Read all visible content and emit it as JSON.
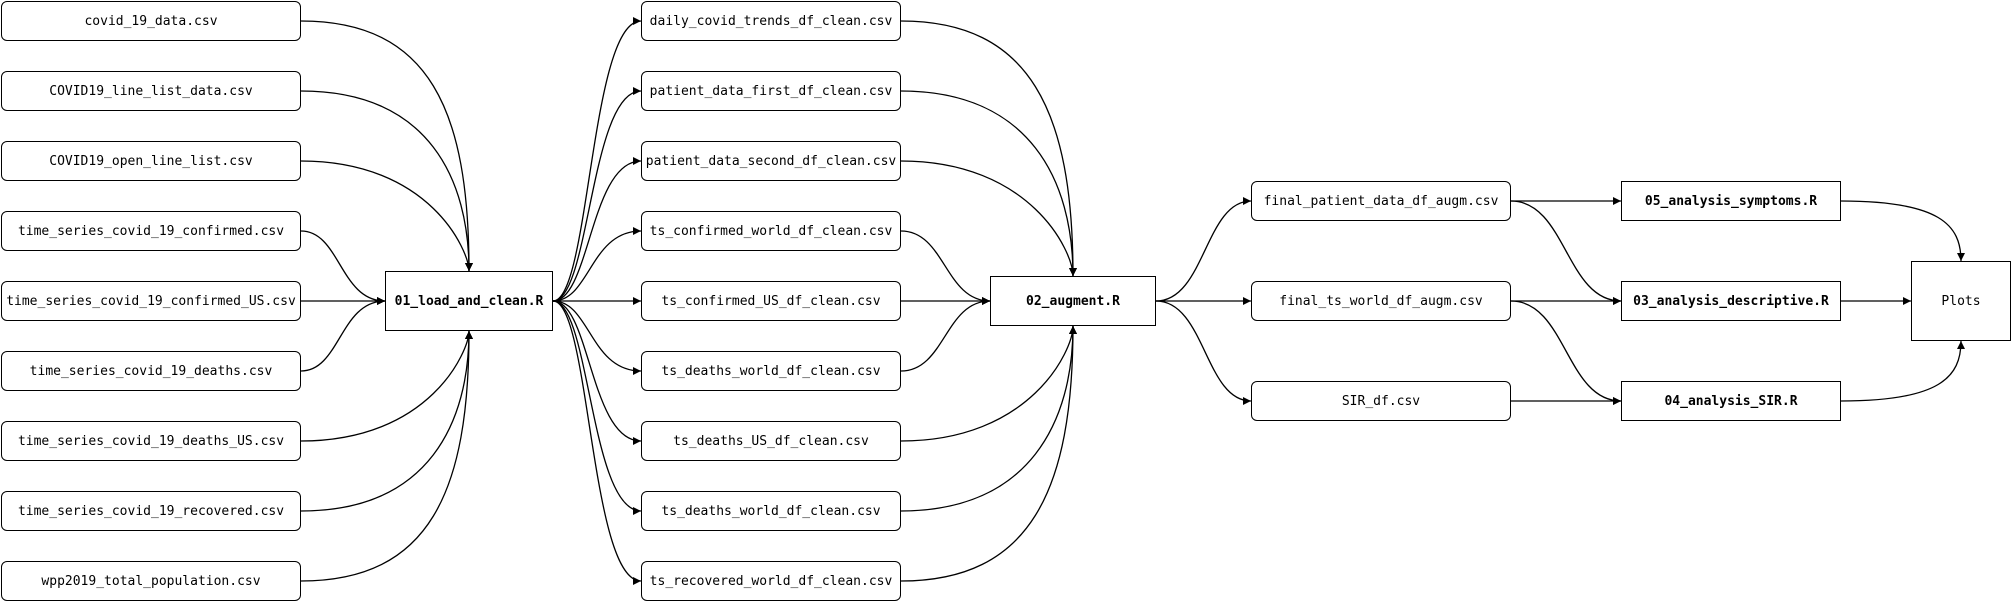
{
  "diagram": {
    "inputs": [
      "covid_19_data.csv",
      "COVID19_line_list_data.csv",
      "COVID19_open_line_list.csv",
      "time_series_covid_19_confirmed.csv",
      "time_series_covid_19_confirmed_US.csv",
      "time_series_covid_19_deaths.csv",
      "time_series_covid_19_deaths_US.csv",
      "time_series_covid_19_recovered.csv",
      "wpp2019_total_population.csv"
    ],
    "scripts": {
      "load": "01_load_and_clean.R",
      "augment": "02_augment.R",
      "descriptive": "03_analysis_descriptive.R",
      "sir": "04_analysis_SIR.R",
      "symptoms": "05_analysis_symptoms.R"
    },
    "clean_outputs": [
      "daily_covid_trends_df_clean.csv",
      "patient_data_first_df_clean.csv",
      "patient_data_second_df_clean.csv",
      "ts_confirmed_world_df_clean.csv",
      "ts_confirmed_US_df_clean.csv",
      "ts_deaths_world_df_clean.csv",
      "ts_deaths_US_df_clean.csv",
      "ts_deaths_world_df_clean.csv",
      "ts_recovered_world_df_clean.csv"
    ],
    "augmented_outputs": [
      "final_patient_data_df_augm.csv",
      "final_ts_world_df_augm.csv",
      "SIR_df.csv"
    ],
    "final": "Plots"
  }
}
